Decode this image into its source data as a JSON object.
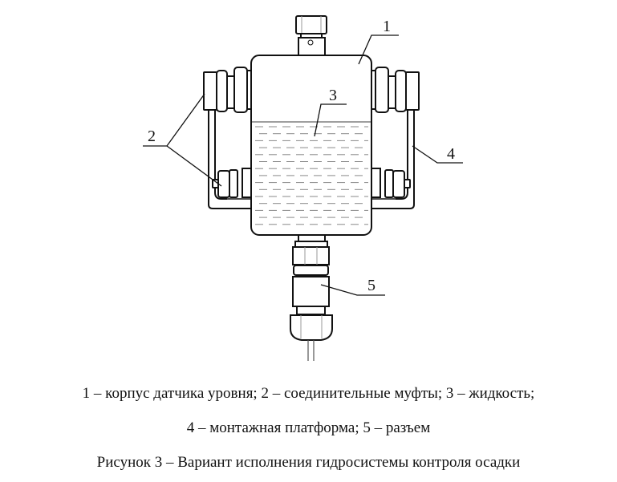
{
  "figure": {
    "labels": [
      "1",
      "2",
      "3",
      "4",
      "5"
    ],
    "legend_line1": "1 – корпус датчика уровня; 2 – соединительные муфты; 3 – жидкость;",
    "legend_line2": "4 – монтажная платформа; 5 – разъем",
    "caption": "Рисунок 3 – Вариант исполнения гидросистемы контроля осадки"
  }
}
